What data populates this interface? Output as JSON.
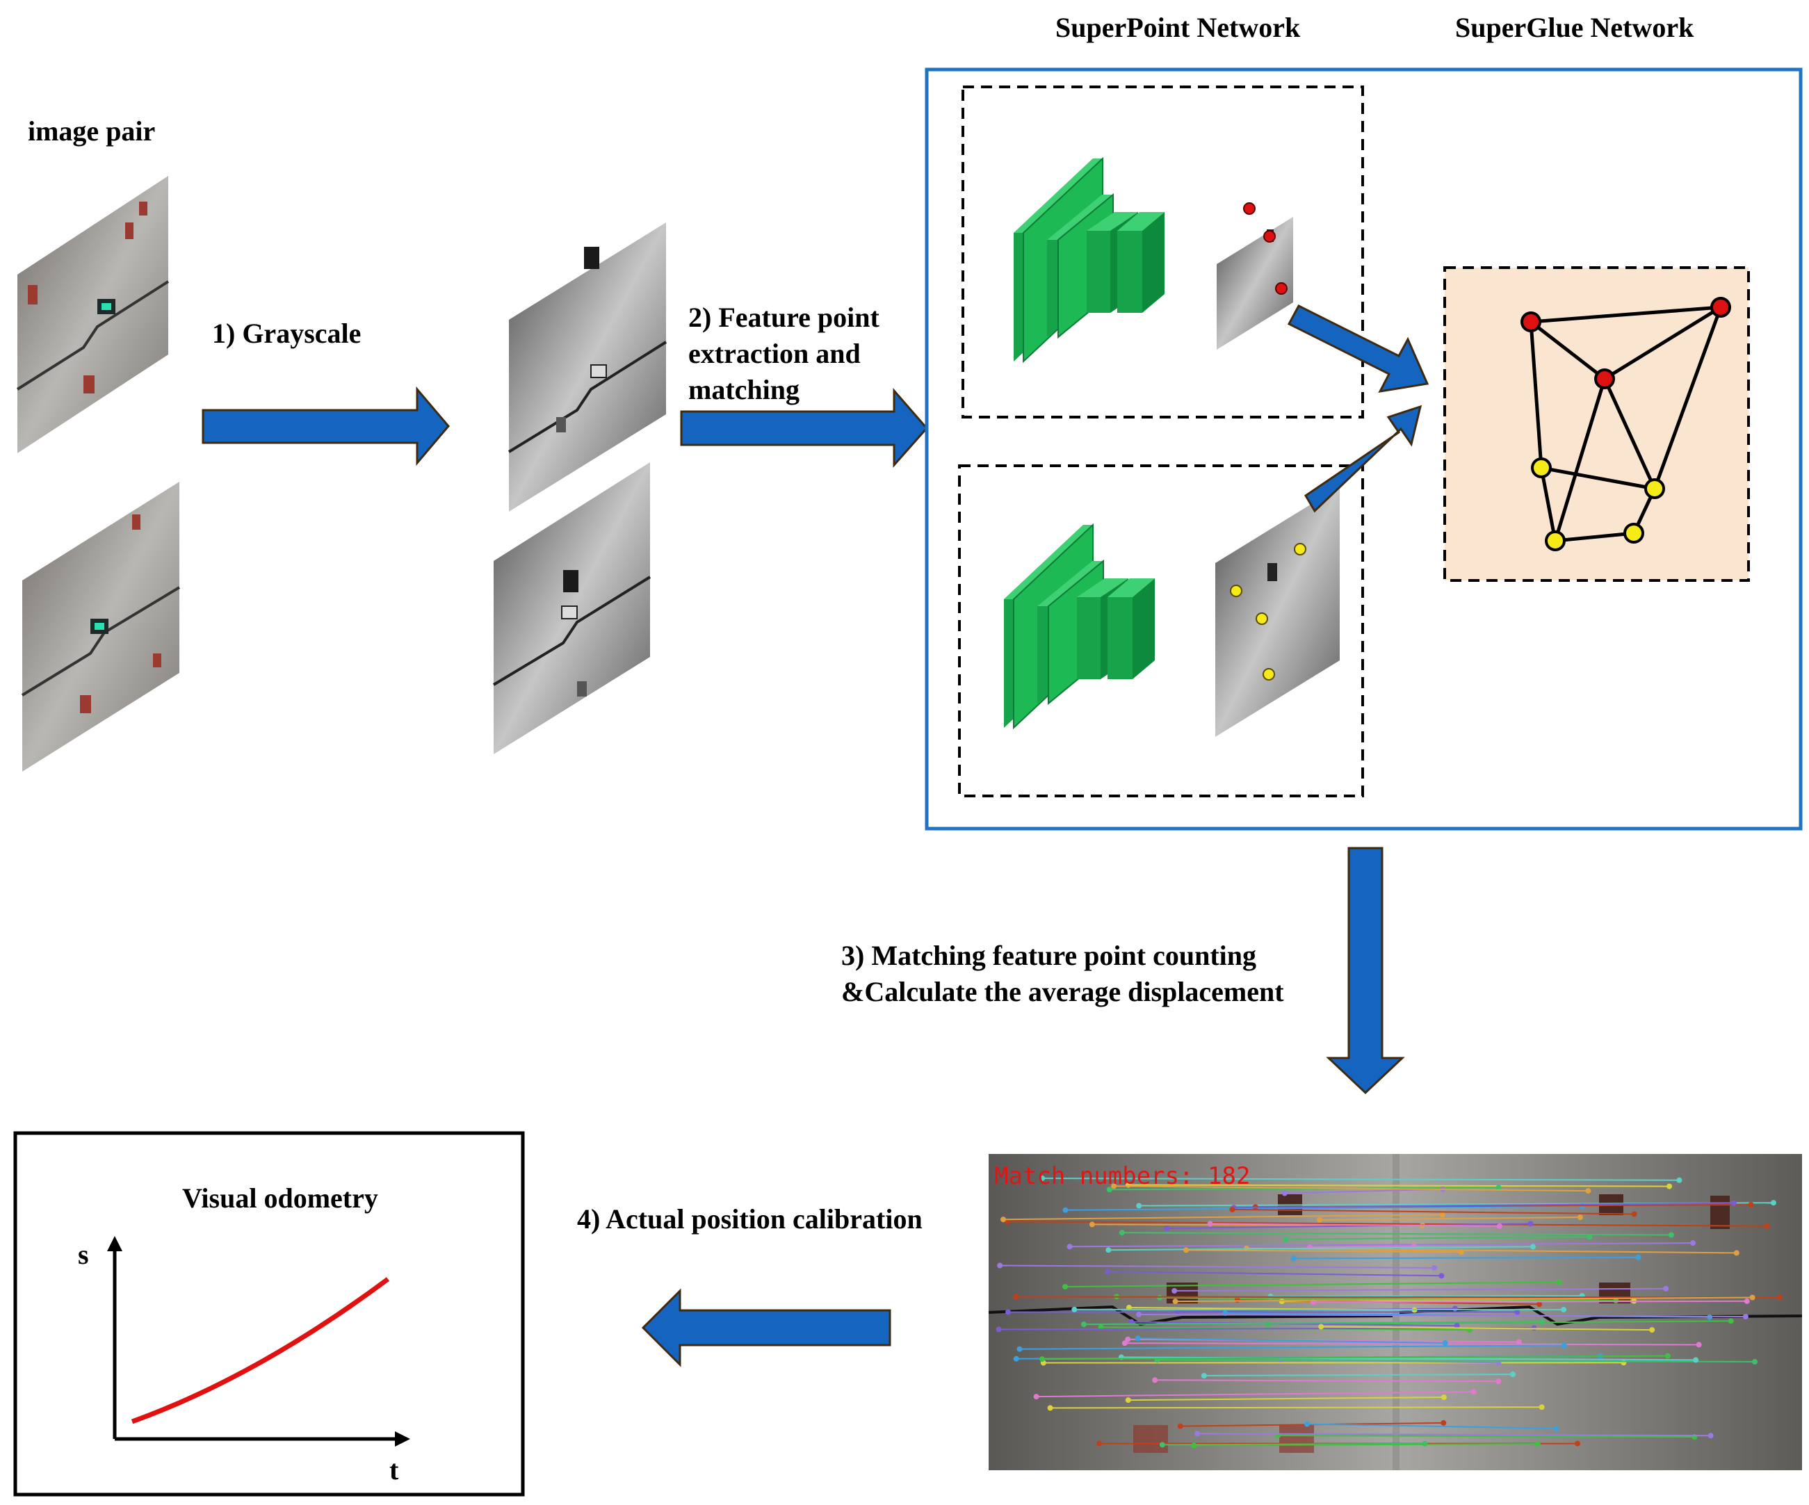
{
  "labels": {
    "image_pair": "image pair",
    "step1": "1) Grayscale",
    "step2": [
      "2) Feature point",
      "extraction and",
      "matching"
    ],
    "superpoint_network": "SuperPoint Network",
    "superglue_network": "SuperGlue Network",
    "step3": [
      "3) Matching feature point counting",
      "&Calculate the average displacement"
    ],
    "step4": "4) Actual position calibration",
    "match_numbers": "Match numbers: 182"
  },
  "odometry_chart": {
    "title": "Visual odometry",
    "ylabel": "s",
    "xlabel": "t"
  },
  "colors": {
    "arrow_fill": "#1565c0",
    "arrow_stroke": "#3d2a10",
    "network_box": "#1f73c4",
    "superglue_bg": "#fae6d0",
    "cnn_green": "#1db954",
    "keypoint_red": "#dd1111",
    "keypoint_yellow": "#f7ea19",
    "curve_red": "#e31010",
    "match_text": "#e01515"
  },
  "icons": {
    "cnn": "cnn-layers-icon",
    "graph": "graph-matching-icon"
  }
}
